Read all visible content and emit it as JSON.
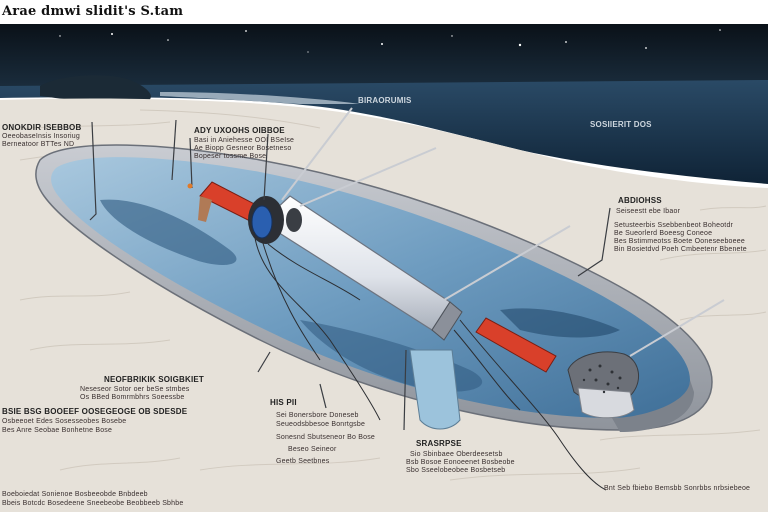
{
  "title": "Arae dmwi slidit's S.tam",
  "labels": {
    "top_center": "BIRAORUMIS",
    "top_right": "SOSIIERIT DOS",
    "left_header": "ONOKDIR ISEBBOB",
    "left_l1": "OeeobaseInsis Insoriug",
    "left_l2": "Berneatoor BTTes ND",
    "upper_header": "ADY UXOOHS OIBBOE",
    "upper_l1": "Basi in Aniehesse OOI BSeIse",
    "upper_l2": "Ae Biopp Gesneor Bosetneso",
    "upper_l3": "Bopeser tossme Bose",
    "right_header": "ABDIOHSS",
    "right_l1": "Seiseestt ebe Ibaor",
    "right_l2": "Setusteerbis Ssebbenbeot Boheotdr",
    "right_l3": "Be Sueorlerd Boeesg Coneoe",
    "right_l4": "Bes Bstimmeotss Boete Ooneseeboeee",
    "right_l5": "Bin Bosietdvd Poeh Cmbeetenr Bbenete",
    "mid_header": "NEOFBRIKIK SOIGBKIET",
    "mid_l1": "Neseseor Sotor oer beSe stmbes",
    "mid_l2": "Os BBed Bomrmbhrs Soeessbe",
    "mid_l3": "BSIE BSG BOOEEF OOSEGEOGE OB SDESDE",
    "mid_l4": "Osbeeoet Edes Sosesseobes Bosebe",
    "mid_l5": "Bes Anre Seobae Bonhetne Bose",
    "small_header": "HIS PII",
    "small_l1": "Sei Bonersbore Doneseb",
    "small_l2": "Seueodsbbesoe Bonrtgsbe",
    "small_l3": "Sonesnd Sbutseneor Bo Bose",
    "small_l4": "Beseo Seineor",
    "small_l5": "Geetb Seetbnes",
    "bottom_header": "SRASRPSE",
    "bottom_l1": "Sio Sbinbaee Oberdeesetsb",
    "bottom_l2": "Bsb Bosoe Eonoeenet Bosbeobe",
    "bottom_l3": "Sbo Sseelobeobee Bosbetseb",
    "bottom_right": "Bnt Seb fbiebo Bemsbb Sonrbbs nrbsiebeoe",
    "footer_1": "Boeboiedat Sonienoe Bosbeeobde Bnbdeeb",
    "footer_2": "Bbeis Botcdc Bosedeene Sneebeobe Beobbeeb Sbhbe"
  },
  "colors": {
    "sky": "#0e1a26",
    "sea": "#1c3a52",
    "sand": "#e6e1d9",
    "pool_water": "#7ea8c8",
    "tube": "#e8eaee",
    "red_part": "#d9402a",
    "blue_part": "#2a5fb0"
  }
}
